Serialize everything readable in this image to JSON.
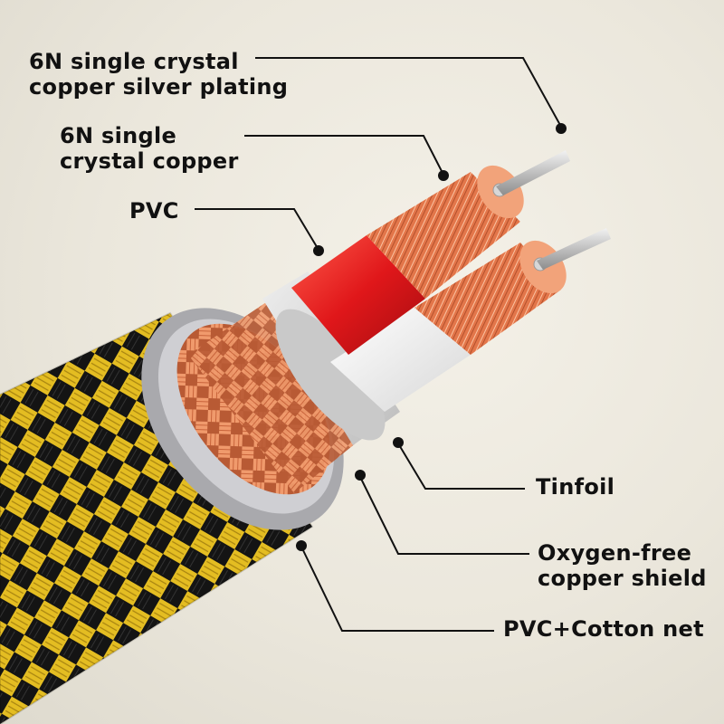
{
  "callouts": {
    "silver_plating": {
      "lines": [
        "6N single crystal",
        "copper silver plating"
      ]
    },
    "single_crystal_copper": {
      "lines": [
        "6N single",
        "crystal copper"
      ]
    },
    "pvc": {
      "lines": [
        "PVC"
      ]
    },
    "tinfoil": {
      "lines": [
        "Tinfoil"
      ]
    },
    "shield": {
      "lines": [
        "Oxygen-free",
        "copper shield"
      ]
    },
    "cotton_net": {
      "lines": [
        "PVC+Cotton net"
      ]
    }
  },
  "colors": {
    "braid_yellow": "#e8c21e",
    "braid_black": "#1a1a1a",
    "copper": "#e07a4c",
    "red_insulation": "#e01b1b",
    "white_insulation": "#f5f5f5",
    "foil": "#d9d9d9",
    "leader_line": "#111111"
  }
}
